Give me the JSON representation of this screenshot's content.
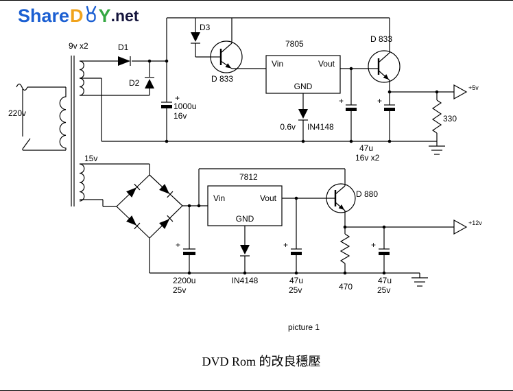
{
  "logo": {
    "share": "Share",
    "d": "D",
    "y": "Y",
    "net": ".net",
    "hand": "victory-hand"
  },
  "colors": {
    "logo_share": "#1b5fd2",
    "logo_d": "#f0a31c",
    "logo_y": "#35a843",
    "logo_net": "#14143c",
    "wire": "#000000"
  },
  "source": {
    "voltage": "220v"
  },
  "transformer": {
    "secondary_top": "9v x2",
    "secondary_bottom": "15v"
  },
  "rail5": {
    "d1": "D1",
    "d2": "D2",
    "d3": "D3",
    "cap_main": {
      "value": "1000u",
      "voltage": "16v"
    },
    "t1": "D 833",
    "t2": "D 833",
    "regulator": {
      "name": "7805",
      "vin": "Vin",
      "vout": "Vout",
      "gnd": "GND"
    },
    "gnd_diode": {
      "drop": "0.6v",
      "part": "IN4148"
    },
    "cap_out": {
      "value": "47u",
      "voltage": "16v x2"
    },
    "resistor": "330",
    "output": "+5v"
  },
  "rail12": {
    "regulator": {
      "name": "7812",
      "vin": "Vin",
      "vout": "Vout",
      "gnd": "GND"
    },
    "cap_main": {
      "value": "2200u",
      "voltage": "25v"
    },
    "gnd_diode": "IN4148",
    "cap_mid": {
      "value": "47u",
      "voltage": "25v"
    },
    "t3": "D 880",
    "resistor": "470",
    "cap_out": {
      "value": "47u",
      "voltage": "25v"
    },
    "output": "+12v"
  },
  "plus": "+",
  "caption": "picture 1",
  "title": "DVD Rom 的改良穩壓"
}
